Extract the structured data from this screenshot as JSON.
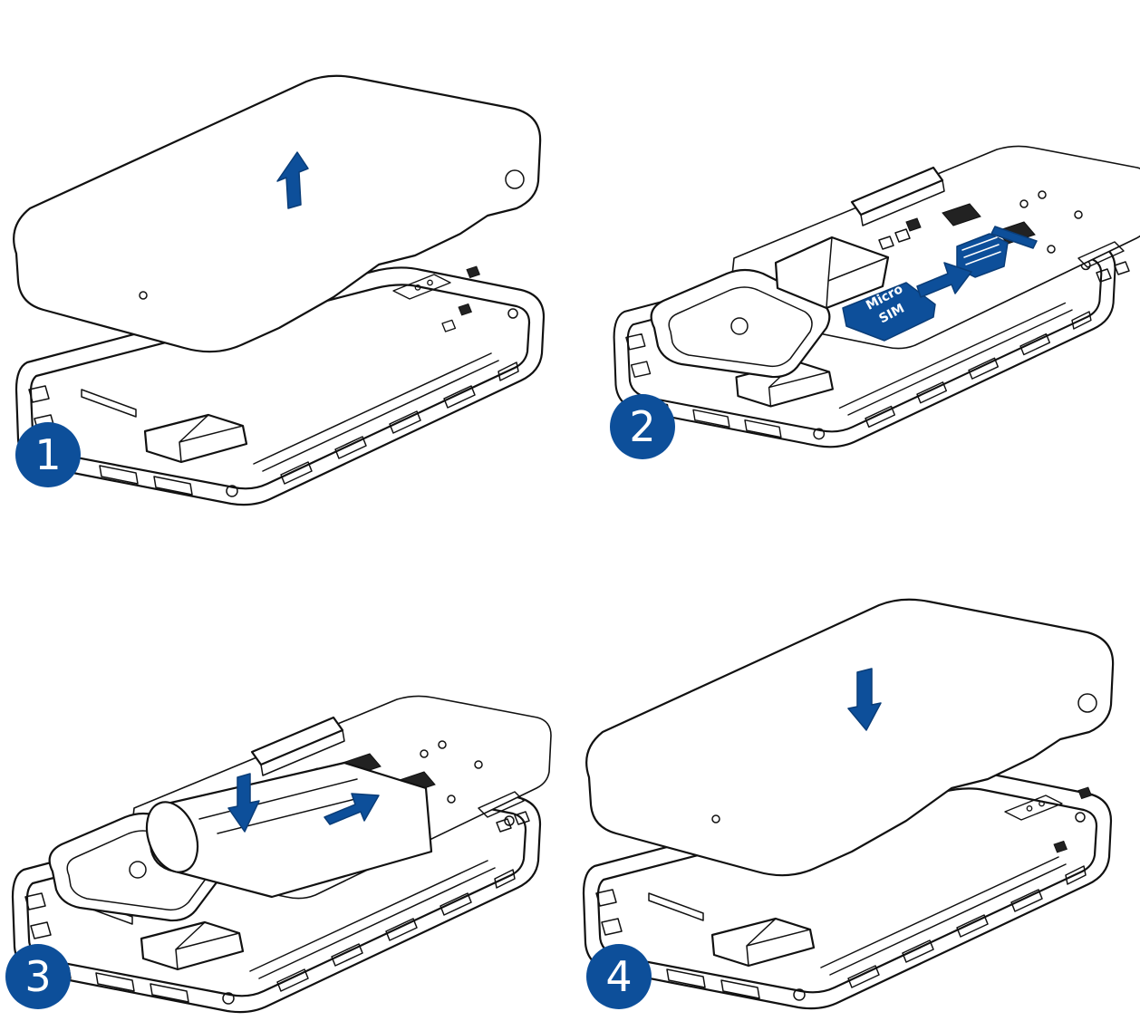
{
  "steps": [
    {
      "number": "1",
      "action": "lift-cover"
    },
    {
      "number": "2",
      "action": "insert-sim"
    },
    {
      "number": "3",
      "action": "insert-battery"
    },
    {
      "number": "4",
      "action": "close-cover"
    }
  ],
  "sim_card": {
    "line1": "Micro",
    "line2": "SIM"
  },
  "colors": {
    "accent": "#0d4f9a",
    "outline": "#111111",
    "background": "#ffffff"
  },
  "icons": [
    "arrow-up-icon",
    "arrow-right-icon",
    "arrow-down-icon"
  ]
}
